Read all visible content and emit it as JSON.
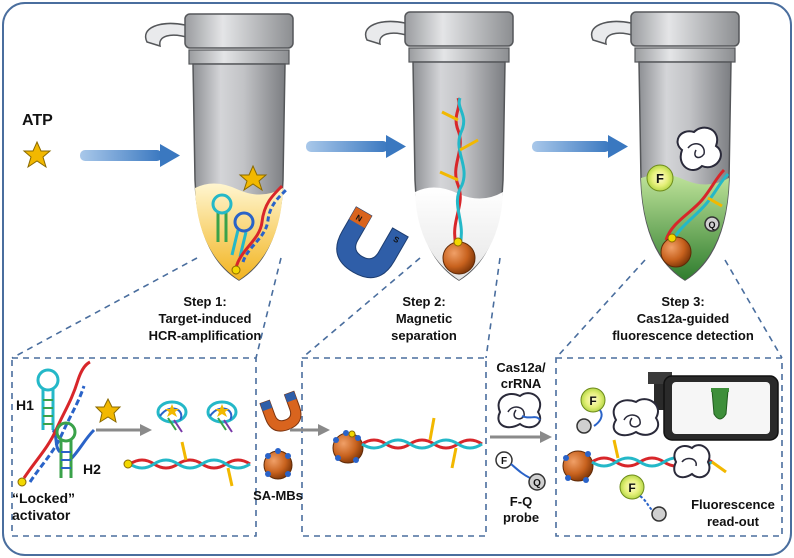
{
  "colors": {
    "frame": "#4a6e9e",
    "tube_gray": "#b3b5b8",
    "arrow_blue": "#4a86c8",
    "liquid_yellow": "#f2c230",
    "liquid_green": "#3e8f3a",
    "bead_orange": "#c8621e",
    "dna_red": "#d8262a",
    "dna_blue": "#2a63c8",
    "dna_green": "#3aa24a",
    "dna_cyan": "#24b8c8",
    "dna_yellow": "#f2b800",
    "magnet_blue": "#2f5ea8",
    "magnet_orange": "#d9641e"
  },
  "labels": {
    "atp": "ATP",
    "step1": [
      "Step 1:",
      "Target-induced",
      "HCR-amplification"
    ],
    "step2": [
      "Step 2:",
      "Magnetic",
      "separation"
    ],
    "step3": [
      "Step 3:",
      "Cas12a-guided",
      "fluorescence  detection"
    ],
    "h1": "H1",
    "h2": "H2",
    "locked_activator": [
      "“Locked”",
      "activator"
    ],
    "sa_mbs": "SA-MBs",
    "cas12a_crrna": [
      "Cas12a/",
      "crRNA"
    ],
    "fq_probe": [
      "F-Q",
      "probe"
    ],
    "fluorescence_readout": [
      "Fluorescence",
      "read-out"
    ],
    "fluorophore": "F",
    "quencher": "Q",
    "magnet_n": "N",
    "magnet_s": "S"
  }
}
